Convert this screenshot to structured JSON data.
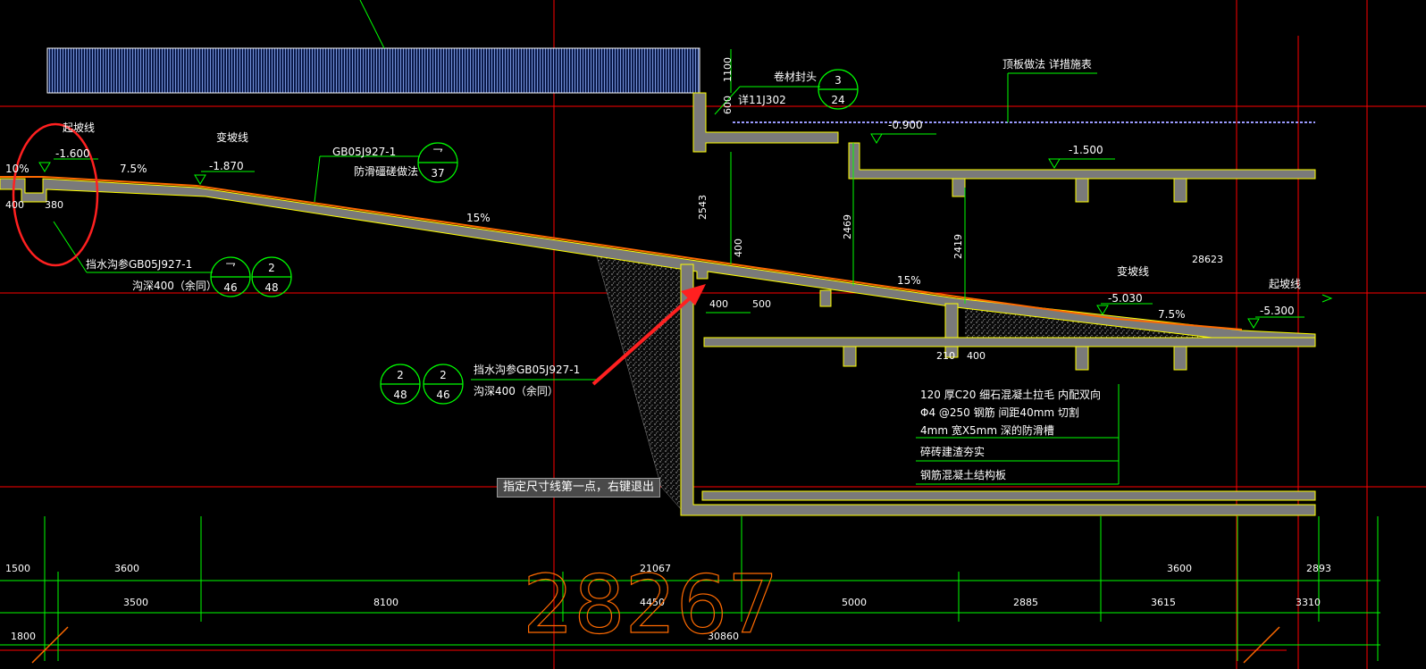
{
  "title_big": "28267",
  "tooltip": "指定尺寸线第一点，右键退出",
  "labels": {
    "qipo_left": "起坡线",
    "lvl_m1600": "-1.600",
    "pct_10": "10%",
    "pct_75_left": "7.5%",
    "bianpo_left": "变坡线",
    "lvl_m1870": "-1.870",
    "gb_ref": "GB05J927-1",
    "fanghua": "防滑礓磋做法",
    "pct_15_a": "15%",
    "juancai": "卷材封头",
    "xiang": "详11J302",
    "dingban": "顶板做法 详措施表",
    "lvl_m0900": "-0.900",
    "lvl_m1500": "-1.500",
    "pct_15_b": "15%",
    "bianpo_right": "变坡线",
    "lvl_m5030": "-5.030",
    "pct_75_right": "7.5%",
    "qipo_right": "起坡线",
    "lvl_m5300": "-5.300",
    "tiny_28623": "28623",
    "gou1": "挡水沟参GB05J927-1",
    "gou1b": "沟深400（余同）",
    "gou2": "挡水沟参GB05J927-1",
    "gou2b": "沟深400（余同）",
    "spec1": "120  厚C20  细石混凝土拉毛 内配双向",
    "spec2": "Φ4 @250  钢筋 间距40mm   切割",
    "spec3": "4mm   宽X5mm   深的防滑槽",
    "spec4": "碎砖建渣夯实",
    "spec5": "钢筋混凝土结构板"
  },
  "details": [
    {
      "top": "3",
      "bottom": "24"
    },
    {
      "top": "乛",
      "bottom": "37"
    },
    {
      "top": "乛",
      "bottom": "46"
    },
    {
      "top": "2",
      "bottom": "48"
    },
    {
      "top": "2",
      "bottom": "48"
    },
    {
      "top": "2",
      "bottom": "46"
    }
  ],
  "small_dims": {
    "d1100": "1100",
    "d600": "600",
    "d2543": "2543",
    "d2469": "2469",
    "d2419": "2419",
    "d400a": "400",
    "d400b": "400",
    "d500": "500",
    "d210": "210",
    "d400c": "400",
    "d400d": "400",
    "d380": "380"
  },
  "dim_row1": [
    "1500",
    "3600",
    "21067",
    "3600",
    "2893"
  ],
  "dim_row2": [
    "3500",
    "8100",
    "4450",
    "5000",
    "2885",
    "3615",
    "3310"
  ],
  "dim_row3": [
    "1800",
    "30860"
  ],
  "colors": {
    "background": "#000000",
    "structure": "#ffff00",
    "dim_line": "#00ff00",
    "axis": "#ff0000",
    "slope_surface": "#ff6a00",
    "concrete_fill": "#808080"
  }
}
